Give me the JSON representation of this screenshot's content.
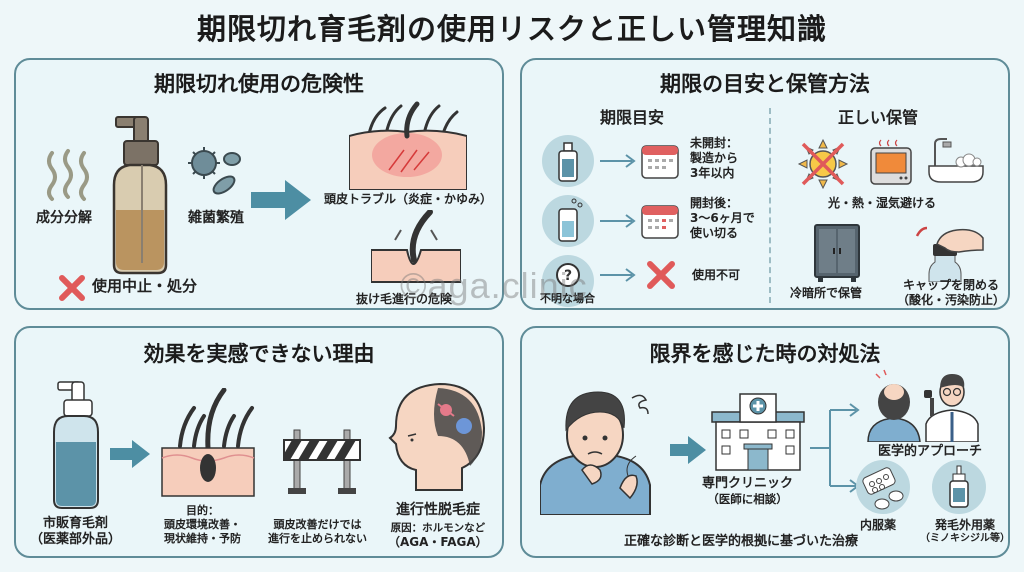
{
  "title": "期限切れ育毛剤の使用リスクと正しい管理知識",
  "watermark": "©aga.clinic",
  "colors": {
    "panel_border": "#5f8c98",
    "background": "#eef7f9",
    "arrow_teal": "#4d8ea3",
    "danger_red": "#e05a5a",
    "calendar_red": "#e06060"
  },
  "panels": {
    "danger": {
      "title": "期限切れ使用の危険性",
      "decomposition": "成分分解",
      "bacteria": "雑菌繁殖",
      "stop_use": "使用中止・処分",
      "scalp_trouble": "頭皮トラブル（炎症・かゆみ）",
      "hair_loss_risk": "抜け毛進行の危険"
    },
    "storage": {
      "title": "期限の目安と保管方法",
      "guide_heading": "期限目安",
      "unopened": "未開封：\n製造から\n3年以内",
      "unopened_lines": [
        "未開封：",
        "製造から",
        "3年以内"
      ],
      "opened_lines": [
        "開封後：",
        "3〜6ヶ月で",
        "使い切る"
      ],
      "unknown_label": "不明な場合",
      "unusable": "使用不可",
      "storage_heading": "正しい保管",
      "avoid": "光・熱・湿気避ける",
      "cool_dark": "冷暗所で保管",
      "close_cap_lines": [
        "キャップを閉める",
        "（酸化・汚染防止）"
      ]
    },
    "reasons": {
      "title": "効果を実感できない理由",
      "product_lines": [
        "市販育毛剤",
        "（医薬部外品）"
      ],
      "purpose_lines": [
        "目的：",
        "頭皮環境改善・",
        "現状維持・予防"
      ],
      "limit_lines": [
        "頭皮改善だけでは",
        "進行を止められない"
      ],
      "condition_title": "進行性脱毛症",
      "condition_lines": [
        "原因：ホルモンなど",
        "（AGA・FAGA）"
      ]
    },
    "solution": {
      "title": "限界を感じた時の対処法",
      "clinic_lines": [
        "専門クリニック",
        "（医師に相談）"
      ],
      "medical_approach": "医学的アプローチ",
      "oral_medicine": "内服薬",
      "topical_lines": [
        "発毛外用薬",
        "（ミノキシジル等）"
      ],
      "footer": "正確な診断と医学的根拠に基づいた治療"
    }
  }
}
